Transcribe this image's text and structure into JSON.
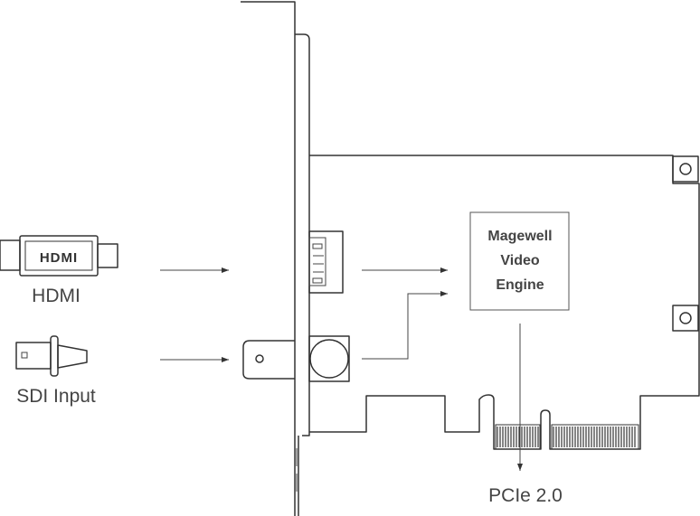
{
  "inputs": {
    "hdmi": {
      "logo_text": "HDMI",
      "label": "HDMI"
    },
    "sdi": {
      "label": "SDI Input"
    }
  },
  "engine": {
    "line1": "Magewell",
    "line2": "Video",
    "line3": "Engine"
  },
  "bus": {
    "label": "PCIe 2.0"
  },
  "colors": {
    "line": "#333333",
    "text": "#444444",
    "background": "#ffffff"
  }
}
